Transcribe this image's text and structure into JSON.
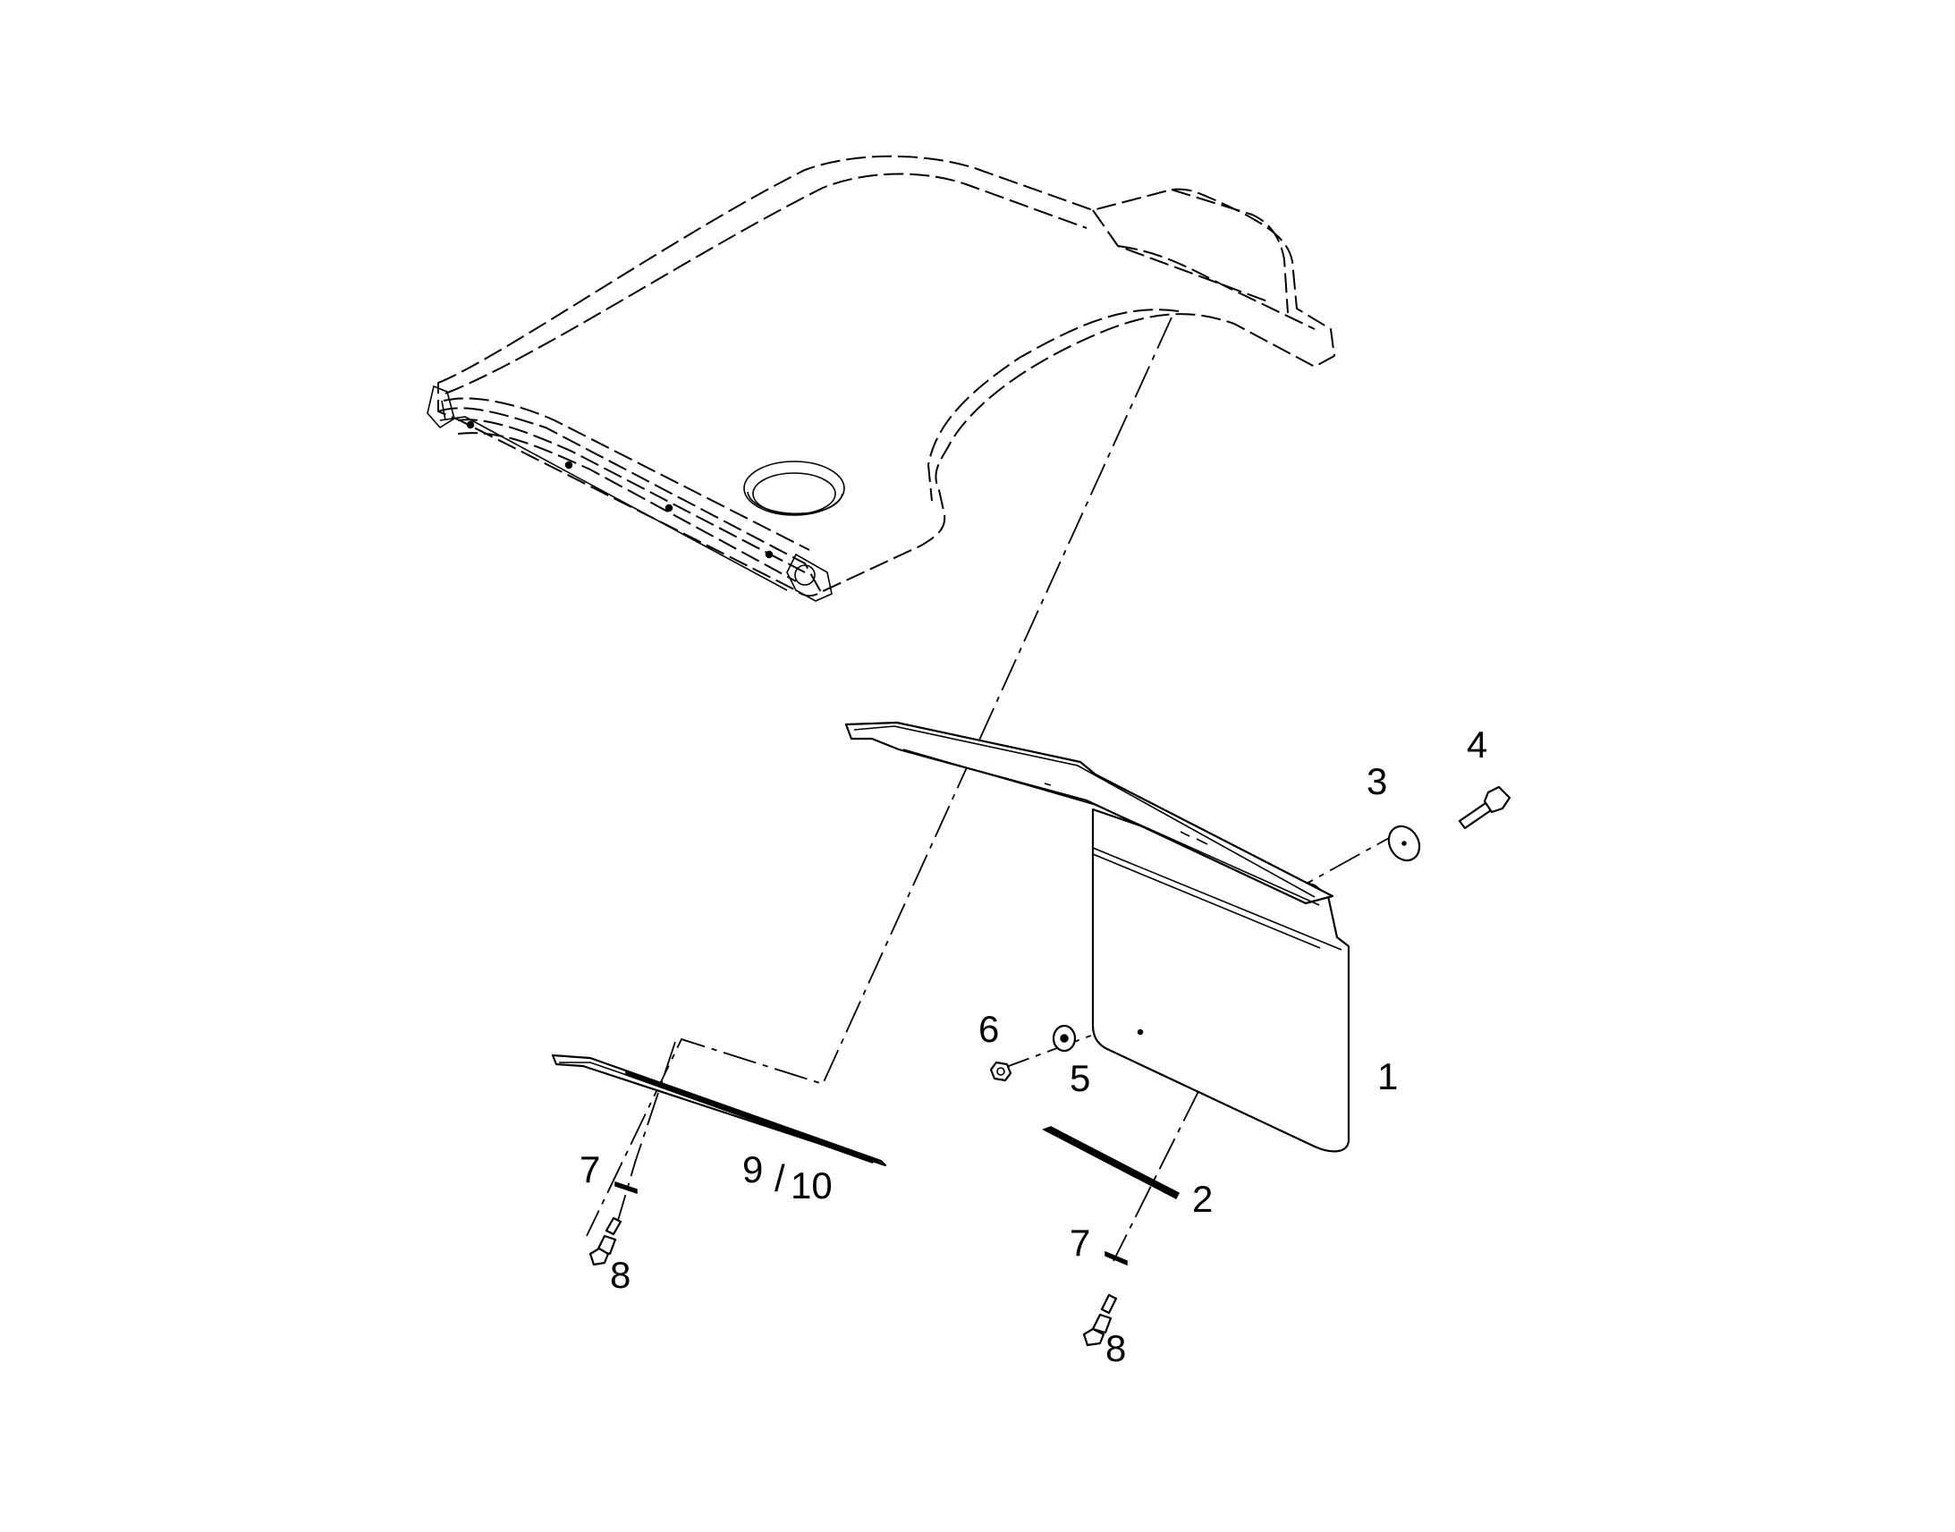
{
  "callouts": {
    "item_1": "1",
    "item_2": "2",
    "item_3": "3",
    "item_4": "4",
    "item_5": "5",
    "item_6": "6",
    "item_7_left": "7",
    "item_7_right": "7",
    "item_8_left": "8",
    "item_8_right": "8",
    "item_9": "9",
    "item_slash": "/",
    "item_10": "10"
  }
}
